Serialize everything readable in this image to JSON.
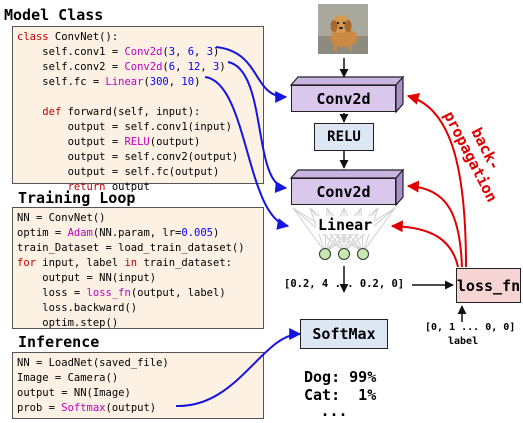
{
  "model_class": {
    "heading": "Model Class",
    "code": [
      [
        {
          "t": "class",
          "c": "kw"
        },
        {
          "t": " ConvNet():"
        }
      ],
      [
        {
          "t": "    self.conv1 = "
        },
        {
          "t": "Conv2d",
          "c": "fn"
        },
        {
          "t": "("
        },
        {
          "t": "3",
          "c": "num"
        },
        {
          "t": ", "
        },
        {
          "t": "6",
          "c": "num"
        },
        {
          "t": ", "
        },
        {
          "t": "3",
          "c": "num"
        },
        {
          "t": ")"
        }
      ],
      [
        {
          "t": "    self.conv2 = "
        },
        {
          "t": "Conv2d",
          "c": "fn"
        },
        {
          "t": "("
        },
        {
          "t": "6",
          "c": "num"
        },
        {
          "t": ", "
        },
        {
          "t": "12",
          "c": "num"
        },
        {
          "t": ", "
        },
        {
          "t": "3",
          "c": "num"
        },
        {
          "t": ")"
        }
      ],
      [
        {
          "t": "    self.fc = "
        },
        {
          "t": "Linear",
          "c": "fn"
        },
        {
          "t": "("
        },
        {
          "t": "300",
          "c": "num"
        },
        {
          "t": ", "
        },
        {
          "t": "10",
          "c": "num"
        },
        {
          "t": ")"
        }
      ],
      [
        {
          "t": ""
        }
      ],
      [
        {
          "t": "    "
        },
        {
          "t": "def",
          "c": "kw"
        },
        {
          "t": " forward(self, input):"
        }
      ],
      [
        {
          "t": "        output = self.conv1(input)"
        }
      ],
      [
        {
          "t": "        output = "
        },
        {
          "t": "RELU",
          "c": "fn"
        },
        {
          "t": "(output)"
        }
      ],
      [
        {
          "t": "        output = self.conv2(output)"
        }
      ],
      [
        {
          "t": "        output = self.fc(output)"
        }
      ],
      [
        {
          "t": "        "
        },
        {
          "t": "return",
          "c": "kw"
        },
        {
          "t": " output"
        }
      ]
    ]
  },
  "training_loop": {
    "heading": "Training Loop",
    "code": [
      [
        {
          "t": "NN = ConvNet()"
        }
      ],
      [
        {
          "t": "optim = "
        },
        {
          "t": "Adam",
          "c": "fn"
        },
        {
          "t": "(NN.param, lr="
        },
        {
          "t": "0.005",
          "c": "num"
        },
        {
          "t": ")"
        }
      ],
      [
        {
          "t": "train_Dataset = load_train_dataset()"
        }
      ],
      [
        {
          "t": "for",
          "c": "kw"
        },
        {
          "t": " input, label "
        },
        {
          "t": "in",
          "c": "kw"
        },
        {
          "t": " train_dataset:"
        }
      ],
      [
        {
          "t": "    output = NN(input)"
        }
      ],
      [
        {
          "t": "    loss = "
        },
        {
          "t": "loss_fn",
          "c": "fn"
        },
        {
          "t": "(output, label)"
        }
      ],
      [
        {
          "t": "    loss.backward()"
        }
      ],
      [
        {
          "t": "    optim.step()"
        }
      ]
    ]
  },
  "inference": {
    "heading": "Inference",
    "code": [
      [
        {
          "t": "NN = LoadNet(saved_file)"
        }
      ],
      [
        {
          "t": "Image = Camera()"
        }
      ],
      [
        {
          "t": "output = NN(Image)"
        }
      ],
      [
        {
          "t": "prob = "
        },
        {
          "t": "Softmax",
          "c": "fn"
        },
        {
          "t": "(output)"
        }
      ]
    ]
  },
  "network": {
    "conv1": "Conv2d",
    "relu": "RELU",
    "conv2": "Conv2d",
    "linear": "Linear",
    "softmax": "SoftMax",
    "loss_fn": "loss_fn",
    "output_vector": "[0.2, 4 ... 0.2, 0]",
    "label_vector": "[0, 1 ... 0, 0]",
    "label_caption": "label",
    "backprop_label": "back-\npropagation",
    "results": [
      "Dog: 99%",
      "Cat:  1%",
      "..."
    ]
  },
  "input_image": "puppy photo",
  "colors": {
    "forward_arrow": "#1515e0",
    "backprop_arrow": "#e00000",
    "conv_fill": "#d9c8ec",
    "flat_fill": "#dde7f4",
    "loss_fill": "#f7d4d4",
    "code_bg": "#fdf1e4",
    "node_fill": "#c6e8b0"
  }
}
